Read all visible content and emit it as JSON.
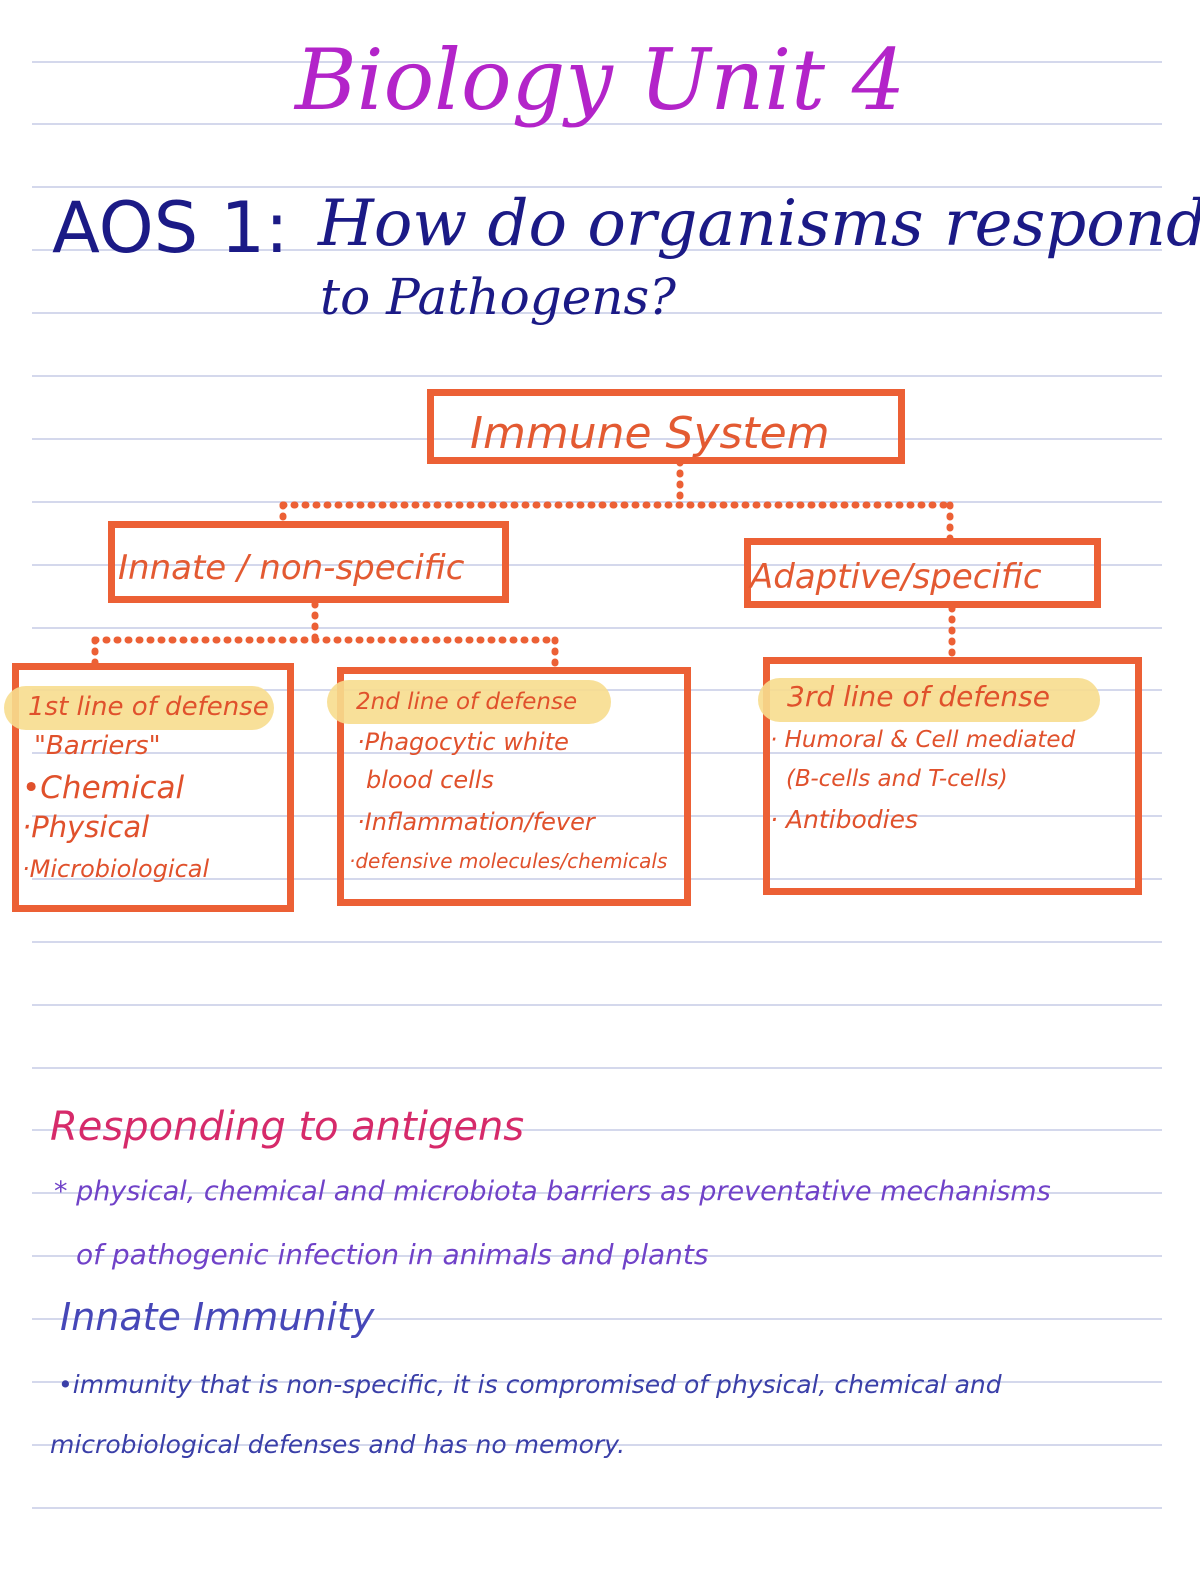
{
  "header": {
    "title": "Biology Unit 4",
    "aos_label": "AOS 1:",
    "aos_question_line1": "How do organisms respond",
    "aos_question_line2": "to Pathogens?"
  },
  "diagram": {
    "root": "Immune System",
    "innate": {
      "label": "Innate / non-specific",
      "first_line": {
        "heading": "1st line of defense",
        "items": [
          "\"Barriers\"",
          "•Chemical",
          "·Physical",
          "·Microbiological"
        ]
      },
      "second_line": {
        "heading": "2nd line of defense",
        "items": [
          "·Phagocytic white",
          "blood cells",
          "·Inflammation/fever",
          "·defensive molecules/chemicals"
        ]
      }
    },
    "adaptive": {
      "label": "Adaptive/specific",
      "third_line": {
        "heading": "3rd line of defense",
        "items": [
          "· Humoral & Cell mediated",
          "(B-cells and T-cells)",
          "· Antibodies"
        ]
      }
    }
  },
  "notes": {
    "section1_heading": "Responding to antigens",
    "section1_line1": "* physical, chemical and microbiota barriers as preventative mechanisms",
    "section1_line2": "of pathogenic infection in animals and plants",
    "section2_heading": "Innate Immunity",
    "section2_line1": "•immunity that is non-specific, it is compromised of physical, chemical and",
    "section2_line2": "microbiological defenses and has no memory."
  },
  "colors": {
    "title": "#b324c9",
    "heading_navy": "#1b1a86",
    "box_orange": "#ec6035",
    "highlight": "#f7dd8e",
    "pink": "#d62a6a",
    "purple": "#7042c8",
    "indigo": "#3a3fa8",
    "rule": "#c5cbe6"
  }
}
